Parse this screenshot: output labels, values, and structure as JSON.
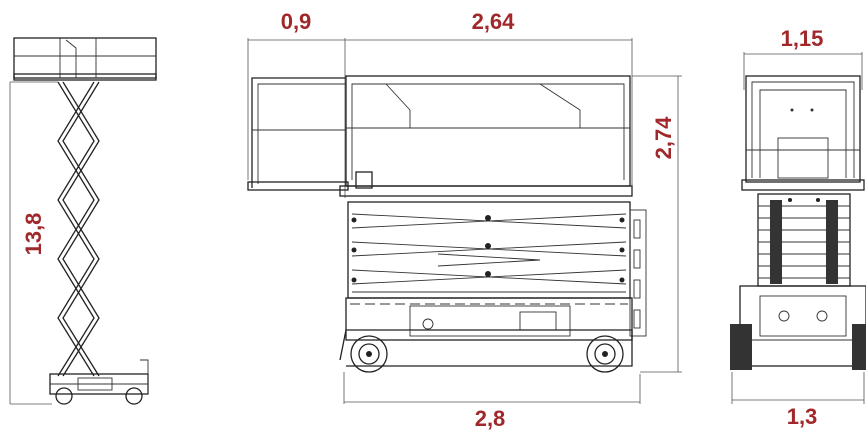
{
  "dimensions": {
    "side_height": "13,8",
    "front_overhang": "0,9",
    "platform_length": "2,64",
    "stowed_height": "2,74",
    "overall_length": "2,8",
    "platform_width": "1,15",
    "overall_width": "1,3"
  },
  "colors": {
    "dimension_text": "#a0282a",
    "line": "#222222",
    "background": "#ffffff"
  }
}
